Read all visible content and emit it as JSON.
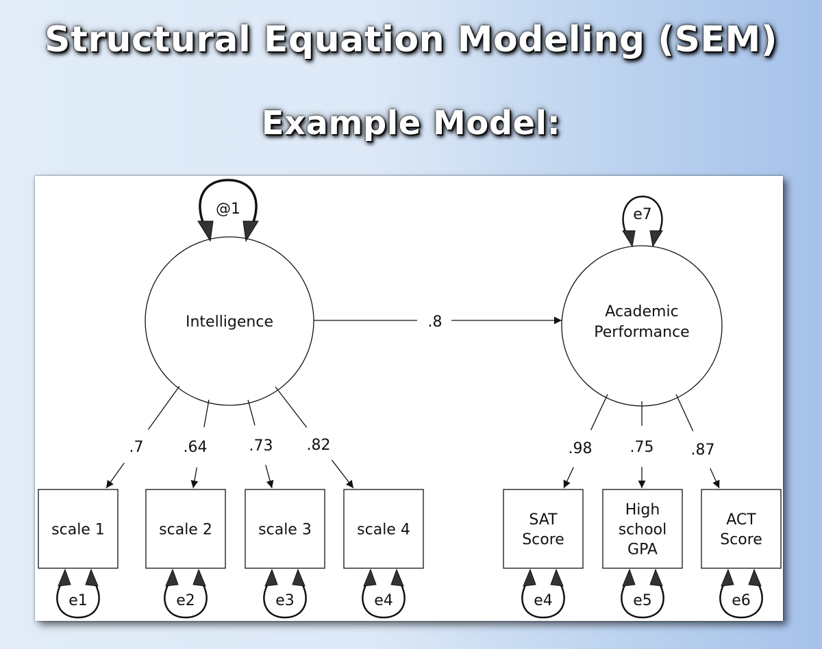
{
  "title": "Structural Equation Modeling (SEM)",
  "subtitle": "Example Model:",
  "latent": {
    "intelligence": {
      "label": "Intelligence",
      "variance": "@1"
    },
    "academic": {
      "label_line1": "Academic",
      "label_line2": "Performance",
      "error": "e7"
    }
  },
  "structural_path": {
    "coefficient": ".8"
  },
  "indicators": [
    {
      "lines": [
        "scale 1"
      ],
      "loading": ".7",
      "error": "e1"
    },
    {
      "lines": [
        "scale 2"
      ],
      "loading": ".64",
      "error": "e2"
    },
    {
      "lines": [
        "scale 3"
      ],
      "loading": ".73",
      "error": "e3"
    },
    {
      "lines": [
        "scale 4"
      ],
      "loading": ".82",
      "error": "e4"
    },
    {
      "lines": [
        "SAT",
        "Score"
      ],
      "loading": ".98",
      "error": "e4"
    },
    {
      "lines": [
        "High",
        "school",
        "GPA"
      ],
      "loading": ".75",
      "error": "e5"
    },
    {
      "lines": [
        "ACT",
        "Score"
      ],
      "loading": ".87",
      "error": "e6"
    }
  ]
}
